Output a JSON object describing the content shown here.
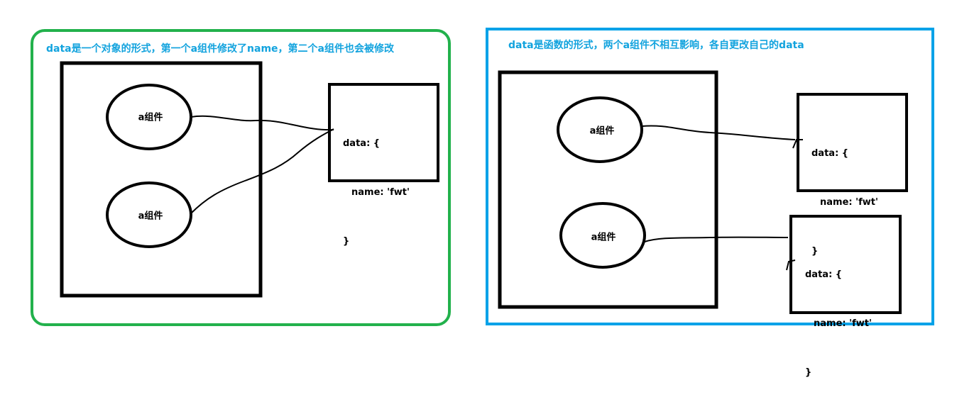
{
  "panels": [
    {
      "caption": "data是一个对象的形式，第一个a组件修改了name，第二个a组件也会被修改",
      "border_color": "#22b14c",
      "components": [
        "a组件",
        "a组件"
      ],
      "data_boxes": [
        {
          "line1": "data: {",
          "line2": "name: 'fwt'",
          "line3": "}"
        }
      ]
    },
    {
      "caption": "data是函数的形式，两个a组件不相互影响，各自更改自己的data",
      "border_color": "#00a2e8",
      "components": [
        "a组件",
        "a组件"
      ],
      "data_boxes": [
        {
          "line1": "data: {",
          "line2": "name: 'fwt'",
          "line3": "}"
        },
        {
          "line1": "data: {",
          "line2": "name: 'fwt'",
          "line3": "}"
        }
      ]
    }
  ],
  "caption_color": "#12a3de"
}
